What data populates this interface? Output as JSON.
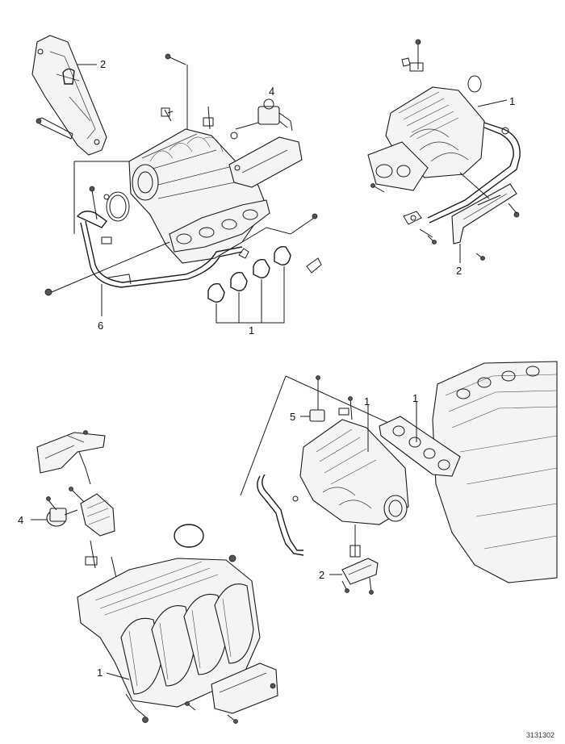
{
  "callouts": {
    "top_left": {
      "c2": "2",
      "c4": "4",
      "c6": "6",
      "c1": "1"
    },
    "top_right": {
      "c1": "1",
      "c2": "2"
    },
    "bottom_left": {
      "c4": "4",
      "c1": "1"
    },
    "bottom_right": {
      "c5": "5",
      "c1a": "1",
      "c1b": "1",
      "c2": "2"
    }
  },
  "figure_ref": "3131302"
}
